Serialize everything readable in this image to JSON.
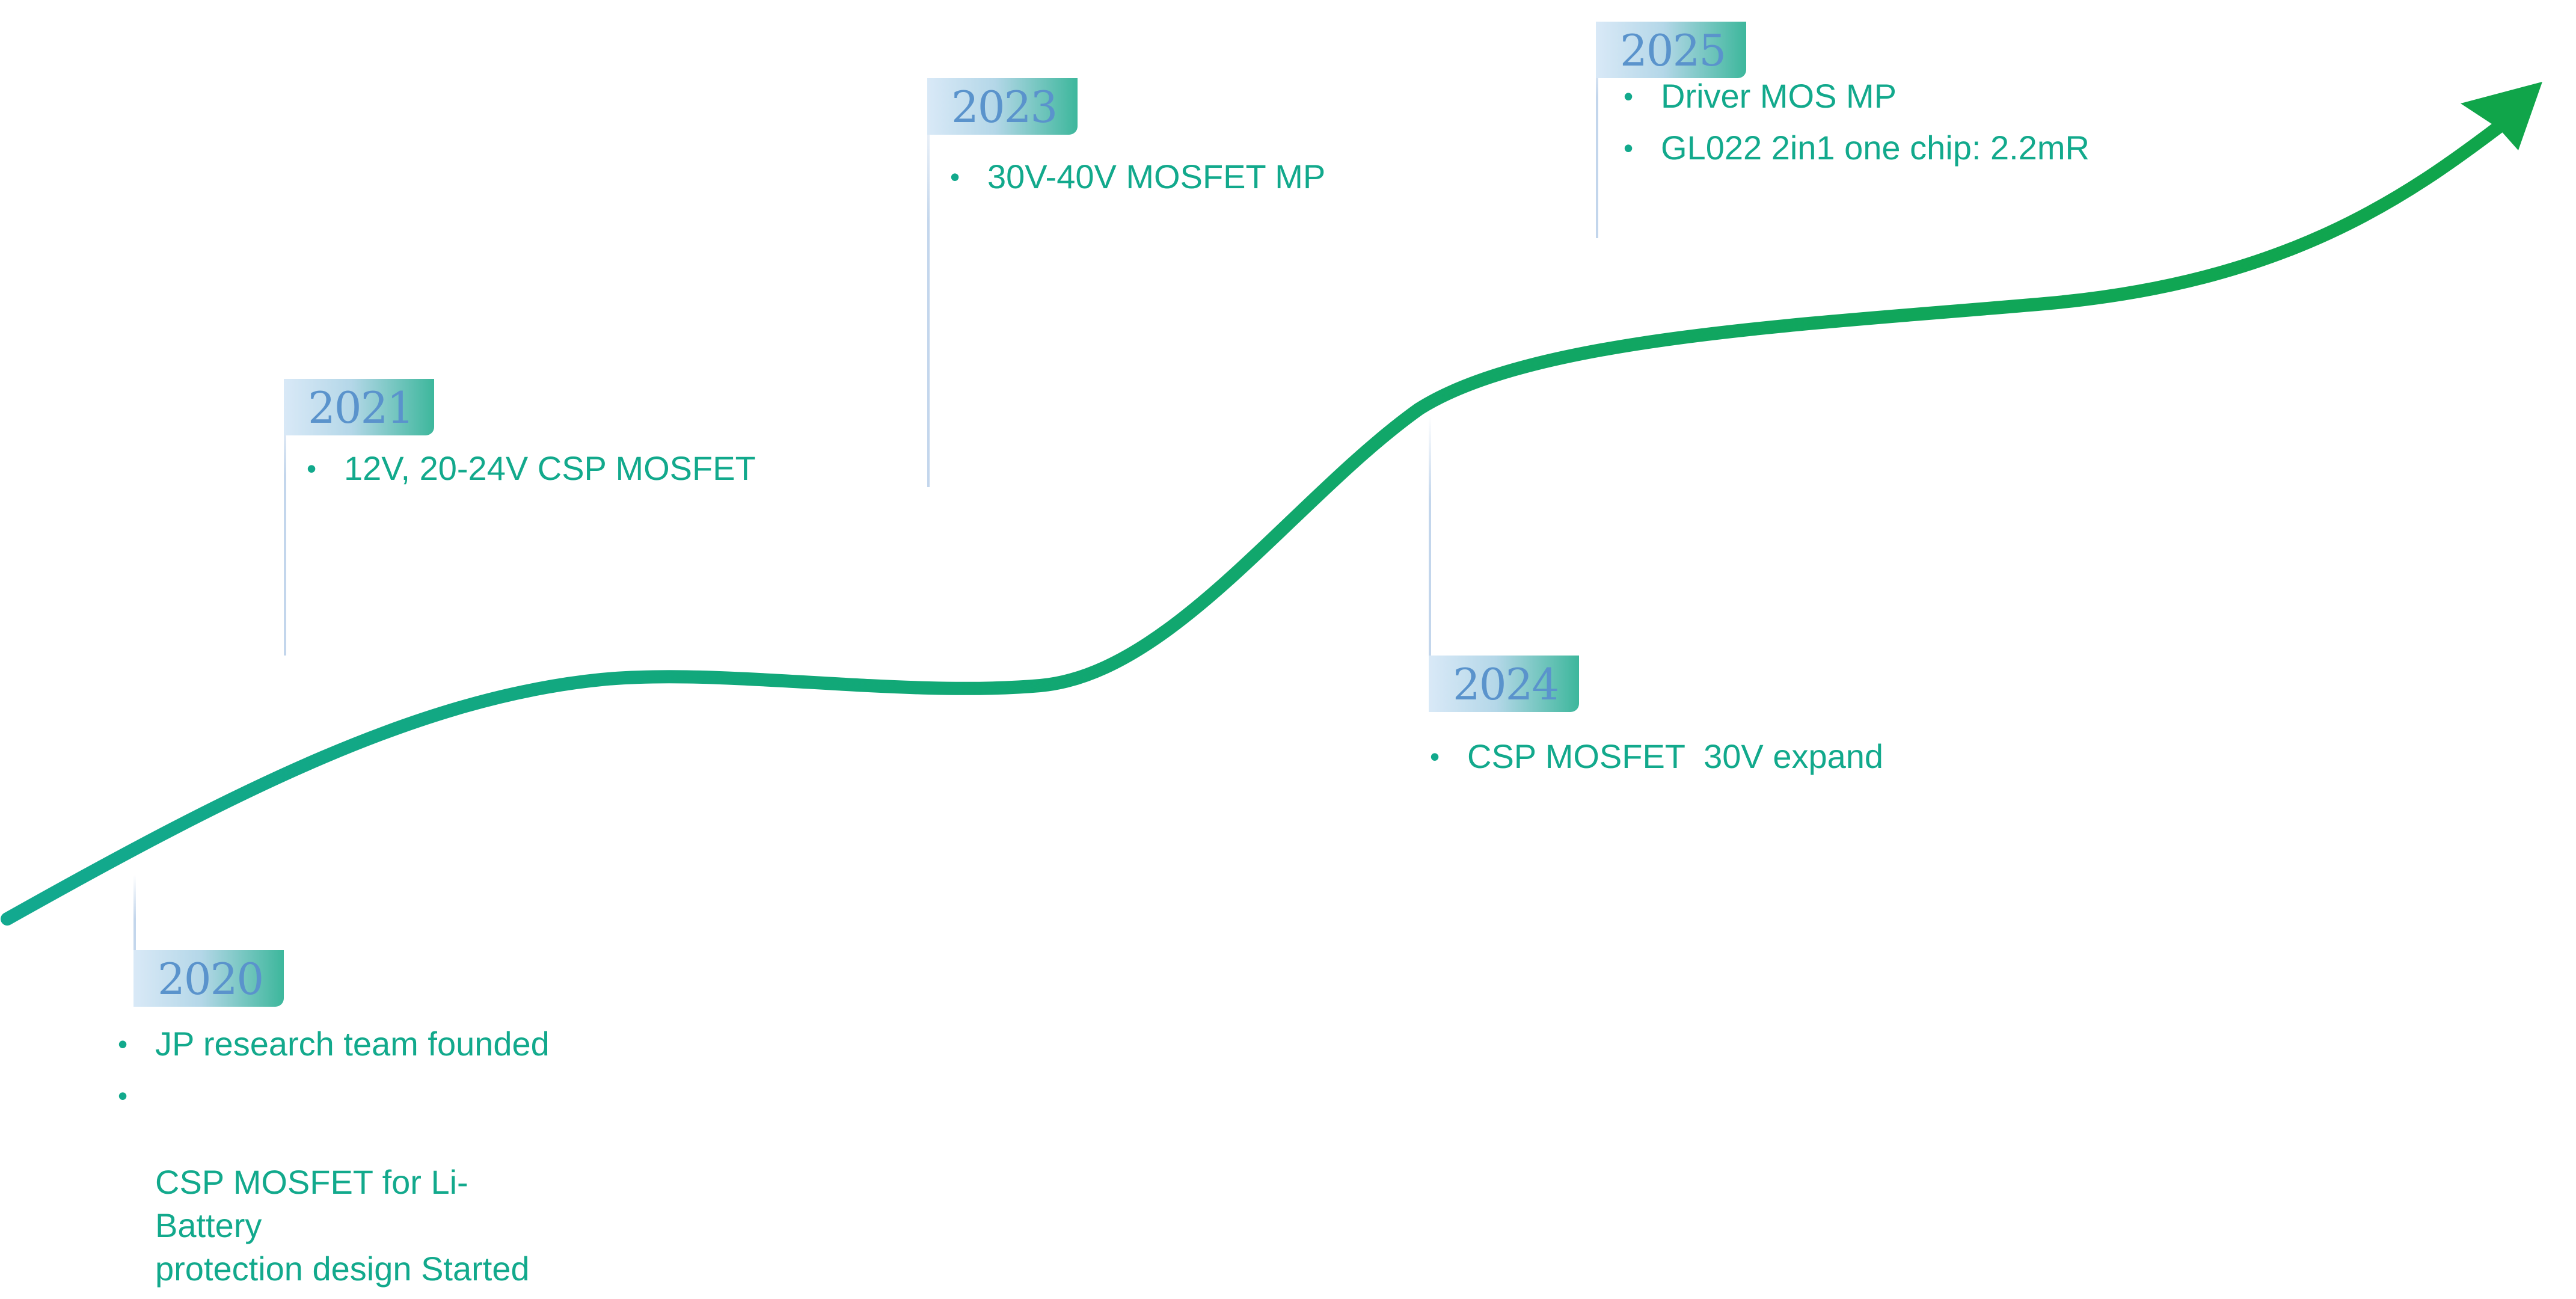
{
  "colors": {
    "curve_start": "#12a98f",
    "curve_end": "#10a54a",
    "bullet_text": "#12a98c",
    "year_text": "#5a93cc"
  },
  "milestones": [
    {
      "year": "2020",
      "bullets": [
        "JP research team founded",
        "CSP MOSFET for Li-Battery\nprotection design Started"
      ]
    },
    {
      "year": "2021",
      "bullets": [
        "12V, 20-24V CSP MOSFET"
      ]
    },
    {
      "year": "2023",
      "bullets": [
        "30V-40V MOSFET MP"
      ]
    },
    {
      "year": "2024",
      "bullets": [
        "CSP MOSFET  30V expand"
      ]
    },
    {
      "year": "2025",
      "bullets": [
        "Driver MOS MP",
        "GL022 2in1 one chip: 2.2mR"
      ]
    }
  ],
  "bullet_glyph": "•"
}
